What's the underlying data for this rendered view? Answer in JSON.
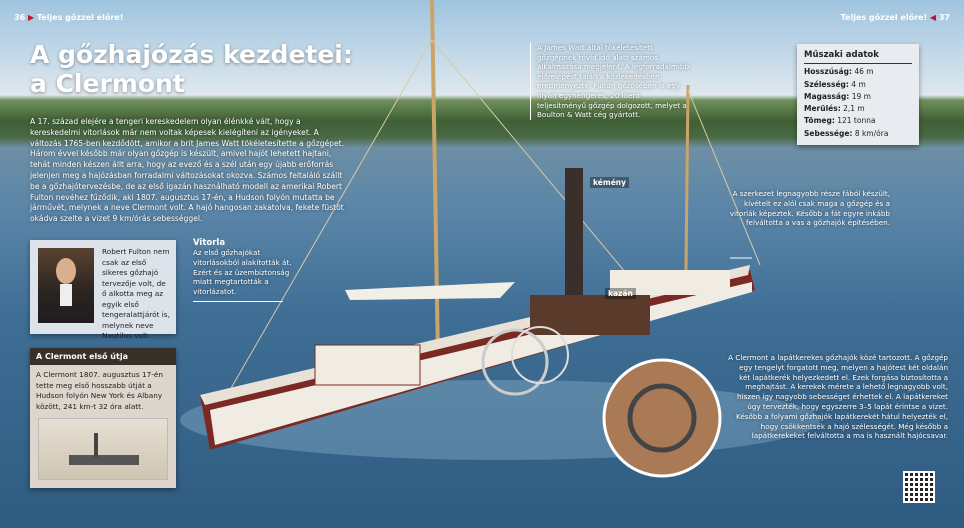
{
  "header": {
    "left_page": "36",
    "left_title": "Teljes gőzzel előre!",
    "right_title": "Teljes gőzzel előre!",
    "right_page": "37"
  },
  "title": {
    "line1": "A gőzhajózás kezdetei:",
    "line2": "a Clermont"
  },
  "intro": "A 17. század elejére a tengeri kereskedelem olyan élénkké vált, hogy a kereskedelmi vitorlások már nem voltak képesek kielégíteni az igényeket. A változás 1765-ben kezdődött, amikor a brit James Watt tökéletesítette a gőzgépet. Három évvel később már olyan gőzgép is készült, amivel hajót lehetett hajtani, tehát minden készen állt arra, hogy az evező és a szél után egy újabb erőforrás jelenjen meg a hajózásban forradalmi változásokat okozva. Számos feltaláló szállt be a gőzhajótervezésbe, de az első igazán használható modell az amerikai Robert Fulton nevéhez fűződik, aki 1807. augusztus 17-én, a Hudson folyón mutatta be járművét, melynek a neve Clermont volt. A hajó hangosan zakatolva, fekete füstöt okádva szelte a vizet 9 km/órás sebességgel.",
  "fulton_box": {
    "text": "Robert Fulton nem csak az első sikeres gőzhajó tervezője volt, de ő alkotta meg az egyik első tengeralattjárót is, melynek neve Nautilus volt."
  },
  "first_trip": {
    "title": "A Clermont első útja",
    "text": "A Clermont 1807. augusztus 17-én tette meg első hosszabb útját a Hudson folyón New York és Albany között, 241 km-t 32 óra alatt."
  },
  "sail": {
    "title": "Vitorla",
    "text": "Az első gőzhajókat vitorlásokból alakították át. Ezért és az üzembiztonság miatt megtartották a vitorlázatot."
  },
  "watt": "A James Watt által tökéletesített gőzgépnek rövid idő alatt számos alkalmazása megjelent. A legforradalmibb előrelépést talán a közlekedésben eredményezte. Fulton gőzösében is egy olyan egyhengeres, 20 lóerő teljesítményű gőzgép dolgozott, melyet a Boulton & Watt cég gyártott.",
  "tech": {
    "title": "Műszaki adatok",
    "rows": [
      {
        "k": "Hosszúság:",
        "v": "46 m"
      },
      {
        "k": "Szélesség:",
        "v": "4 m"
      },
      {
        "k": "Magasság:",
        "v": "19 m"
      },
      {
        "k": "Merülés:",
        "v": "2,1 m"
      },
      {
        "k": "Tömeg:",
        "v": "121 tonna"
      },
      {
        "k": "Sebessége:",
        "v": "8 km/óra"
      }
    ]
  },
  "labels": {
    "chimney": "kémény",
    "boiler": "kazán"
  },
  "structure": "A szerkezet legnagyobb része fából készült, kivételt ez alól csak maga a gőzgép és a vitorlák képeztek. Később a fát egyre inkább felváltotta a vas a gőzhajók építésében.",
  "paddle": "A Clermont a lapátkerekes gőzhajók közé tartozott. A gőzgép egy tengelyt forgatott meg, melyen a hajótest két oldalán két lapátkerék helyezkedett el. Ezek forgása biztosította a meghajtást. A kerekek mérete a lehető legnagyobb volt, hiszen így nagyobb sebességet érhettek el. A lapátkereket úgy tervezték, hogy egyszerre 3–5 lapát érintse a vizet. Később a folyami gőzhajók lapátkerekét hátul helyezték el, hogy csökkentsék a hajó szélességét. Még később a lapátkerekeket felváltotta a ma is használt hajócsavar.",
  "colors": {
    "accent": "#c8102e",
    "box_header": "#3a302a"
  }
}
